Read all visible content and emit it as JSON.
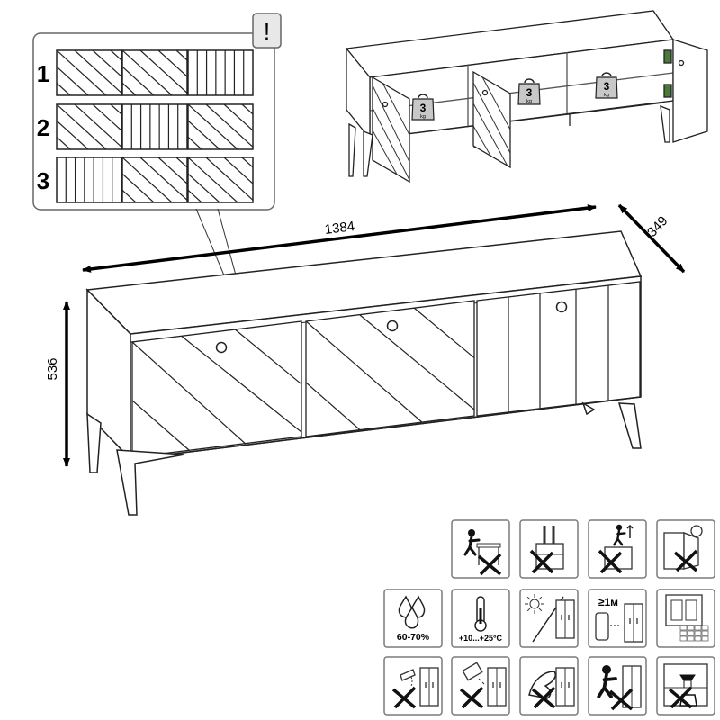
{
  "dimensions": {
    "width": "1384",
    "depth": "349",
    "height": "536"
  },
  "pattern_panel": {
    "warning_symbol": "!",
    "rows": [
      {
        "number": "1",
        "panels": [
          "diagonal",
          "diagonal",
          "vertical"
        ]
      },
      {
        "number": "2",
        "panels": [
          "diagonal",
          "vertical",
          "diagonal"
        ]
      },
      {
        "number": "3",
        "panels": [
          "vertical",
          "diagonal",
          "diagonal"
        ]
      }
    ]
  },
  "shelf_load": {
    "weights": [
      {
        "value": "3",
        "unit": "kg"
      },
      {
        "value": "3",
        "unit": "kg"
      },
      {
        "value": "3",
        "unit": "kg"
      }
    ]
  },
  "care_icons": {
    "humidity": "60-70%",
    "temperature": "+10...+25°C",
    "distance": "≥1м"
  },
  "icon_names": [
    "no-sitting-icon",
    "no-standing-on-top-icon",
    "no-climbing-icon",
    "no-door-hanging-icon",
    "humidity-icon",
    "temperature-icon",
    "no-direct-sunlight-icon",
    "heater-distance-icon",
    "ventilated-room-icon",
    "no-water-spill-icon",
    "no-abrasive-cleaning-icon",
    "no-solvent-icon",
    "no-pushing-icon",
    "no-heavy-load-icon"
  ]
}
